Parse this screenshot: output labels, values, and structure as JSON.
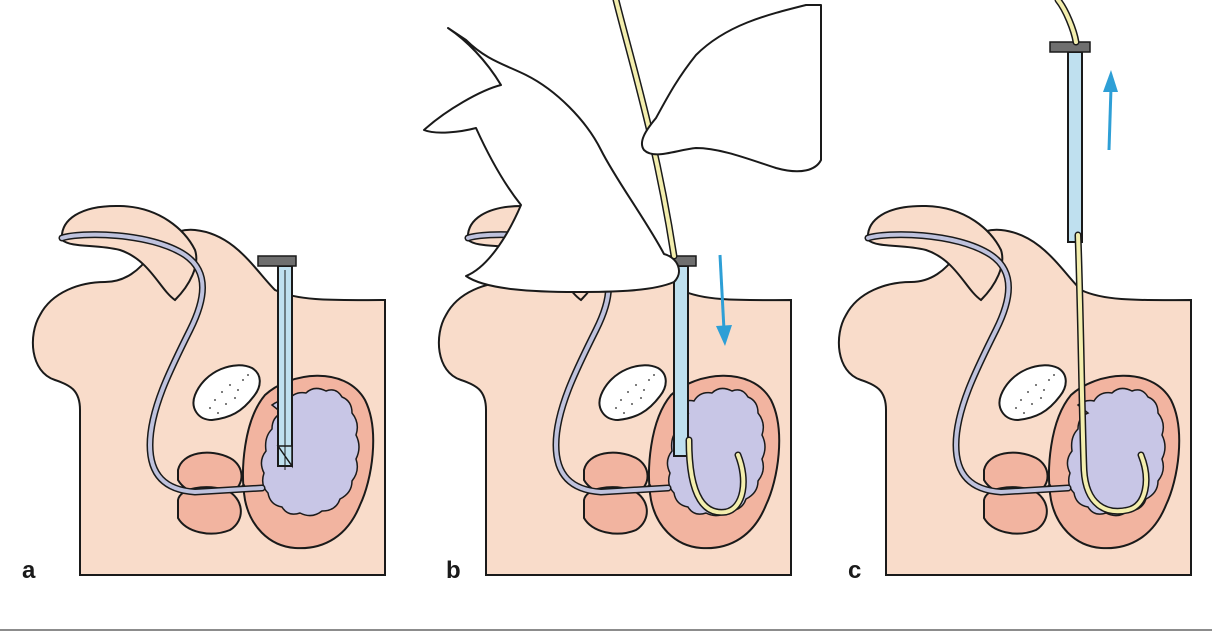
{
  "figure": {
    "panels": [
      {
        "id": "a",
        "label": "a"
      },
      {
        "id": "b",
        "label": "b"
      },
      {
        "id": "c",
        "label": "c"
      }
    ]
  },
  "colors": {
    "skin": "#f9dcca",
    "bladder_wall": "#f2b4a0",
    "bladder_lumen": "#c8c6e6",
    "urethra": "#bfc2dd",
    "trocar": "#bfe0ef",
    "catheter": "#f3eeae",
    "cap": "#6f6f6f",
    "arrow": "#2e9fd6",
    "glove": "#ffffff",
    "line": "#1a1a1a"
  },
  "icons": {
    "arrow_b": "arrow-down-icon",
    "arrow_c": "arrow-up-icon"
  }
}
